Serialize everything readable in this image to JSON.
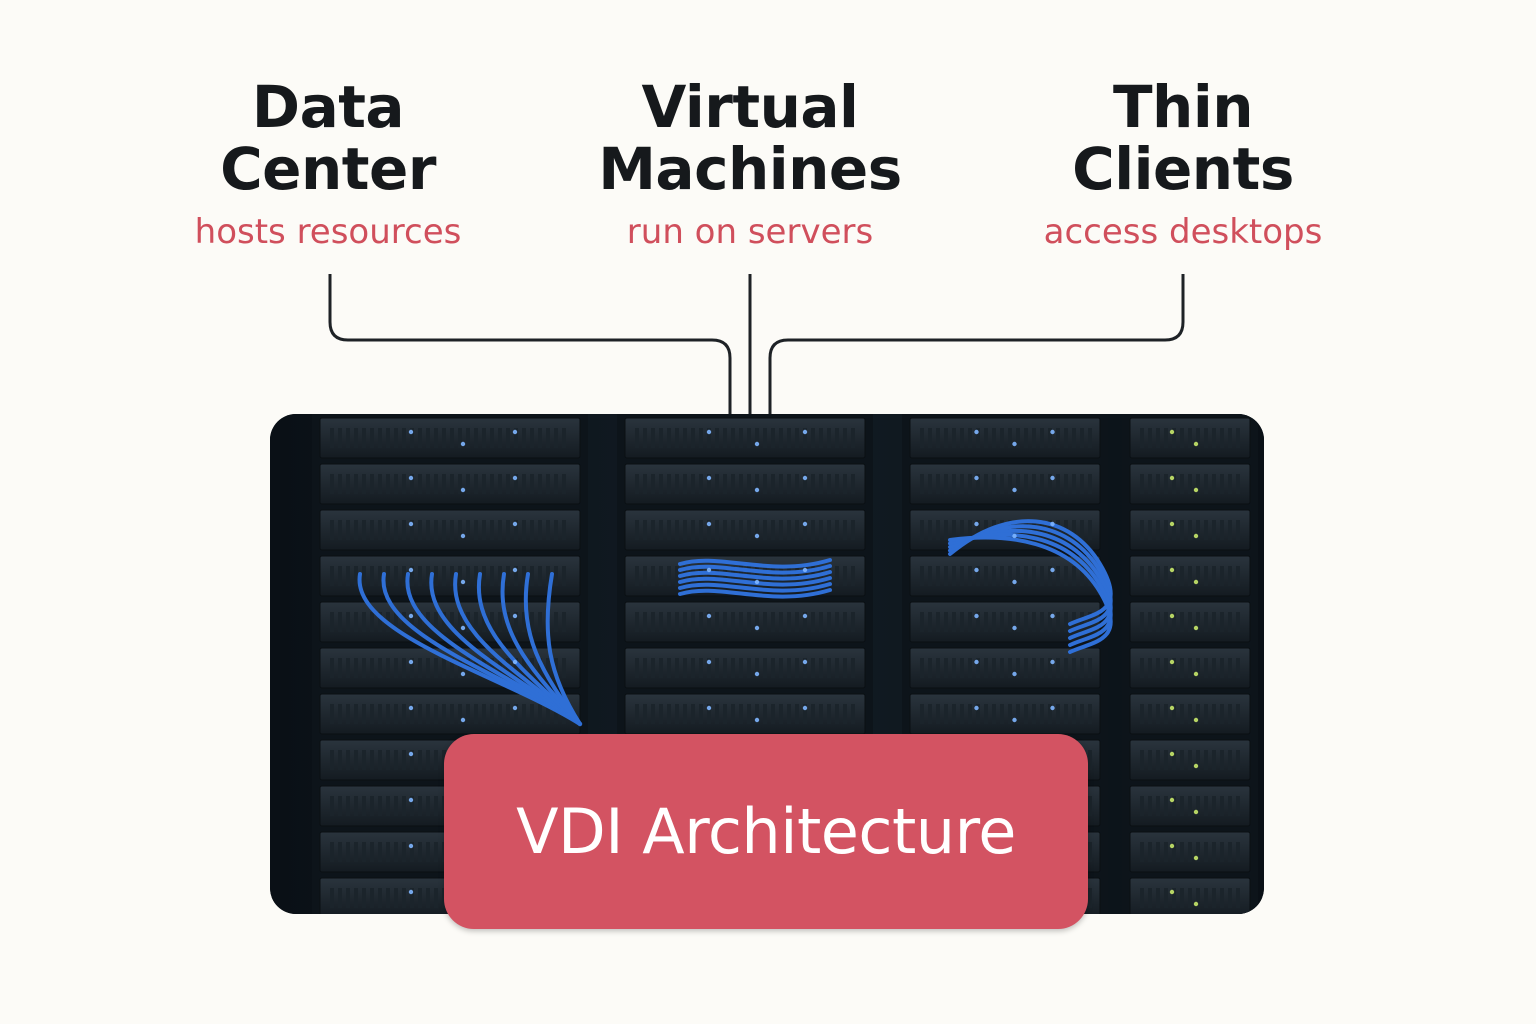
{
  "nodes": [
    {
      "title_lines": [
        "Data",
        "Center"
      ],
      "subtitle": "hosts resources"
    },
    {
      "title_lines": [
        "Virtual",
        "Machines"
      ],
      "subtitle": "run on servers"
    },
    {
      "title_lines": [
        "Thin",
        "Clients"
      ],
      "subtitle": "access desktops"
    }
  ],
  "main_label": "VDI Architecture",
  "colors": {
    "background": "#fcfbf7",
    "title_text": "#16191c",
    "subtitle_text": "#d04f5c",
    "badge": "#d35362",
    "connector": "#1e2226",
    "cable": "#2f6fd6",
    "led_blue": "#7fb6ff",
    "led_green": "#c8e86a"
  }
}
